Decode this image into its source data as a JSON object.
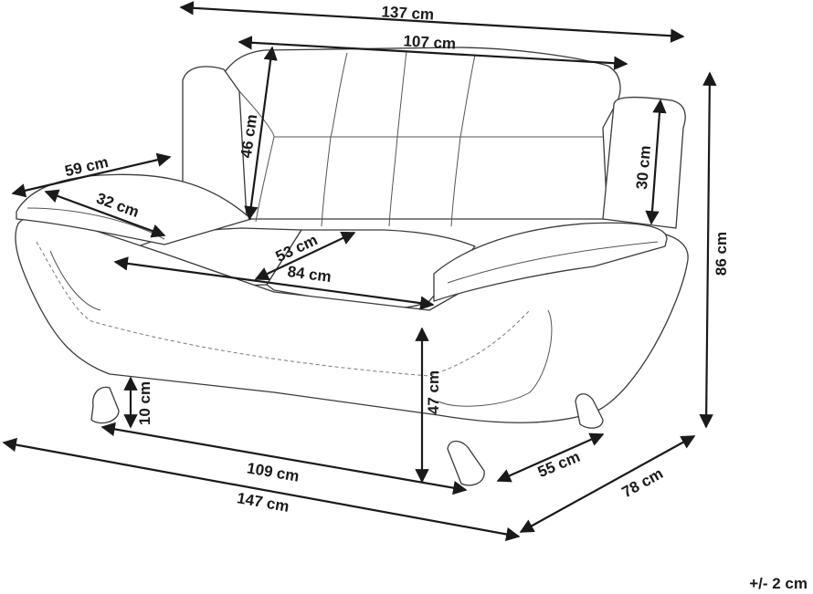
{
  "diagram": {
    "dimensions": {
      "total_width": "137 cm",
      "backrest_width": "107 cm",
      "backrest_height": "46 cm",
      "armrest_height": "30 cm",
      "total_height": "86 cm",
      "armrest_depth": "59 cm",
      "armrest_width": "32 cm",
      "seat_depth": "53 cm",
      "seat_width": "84 cm",
      "leg_height": "10 cm",
      "seat_height": "47 cm",
      "inner_width": "109 cm",
      "inner_depth": "55 cm",
      "total_depth": "78 cm",
      "overall_width": "147 cm"
    },
    "tolerance": "+/- 2 cm"
  }
}
